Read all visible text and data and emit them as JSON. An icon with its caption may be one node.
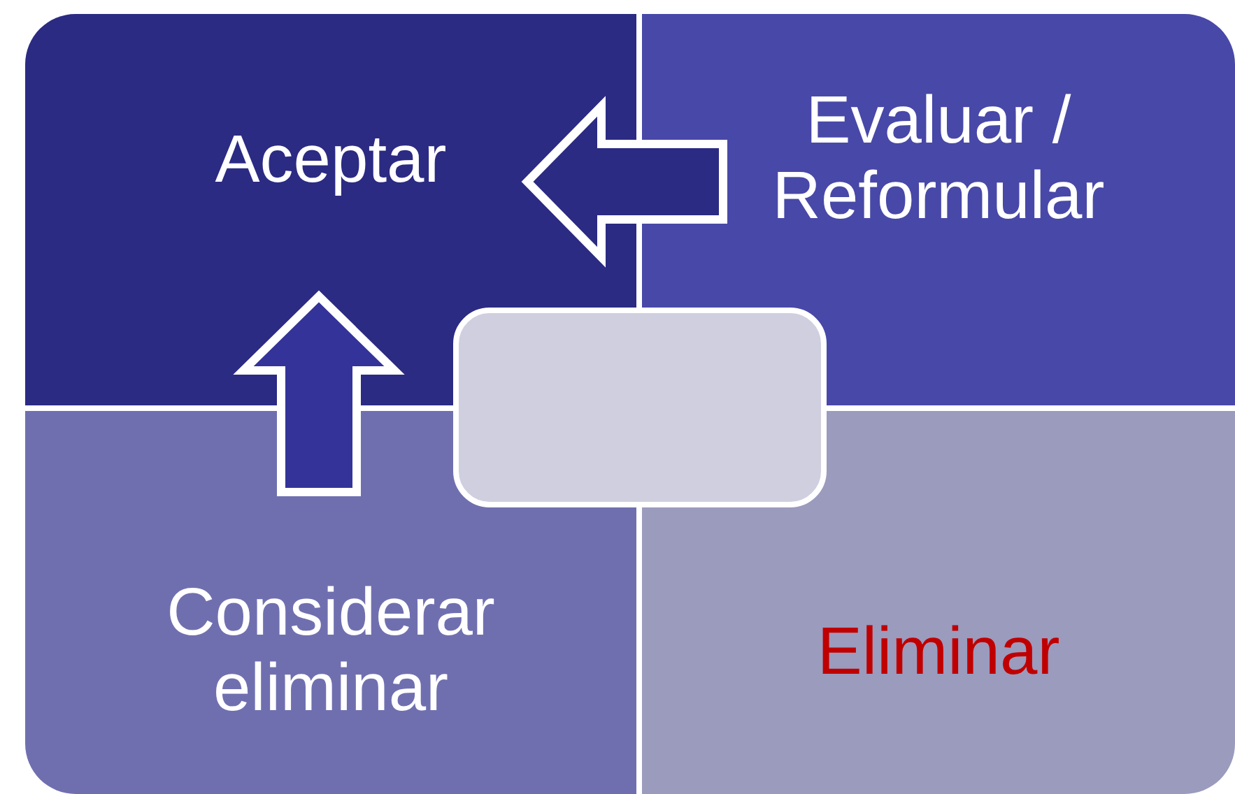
{
  "diagram": {
    "nodes": [
      {
        "text": [
          "Aceptar"
        ]
      },
      {
        "text": [
          "Evaluar / Reformular"
        ]
      },
      {
        "text": [
          "Considerar eliminar"
        ]
      },
      {
        "text": [
          "Eliminar"
        ]
      },
      {
        "text": [],
        "shape": "box"
      }
    ],
    "edges": [
      {
        "from": 1,
        "to": 0,
        "arrow": "to"
      },
      {
        "from": 2,
        "to": 0,
        "arrow": "to"
      }
    ]
  }
}
